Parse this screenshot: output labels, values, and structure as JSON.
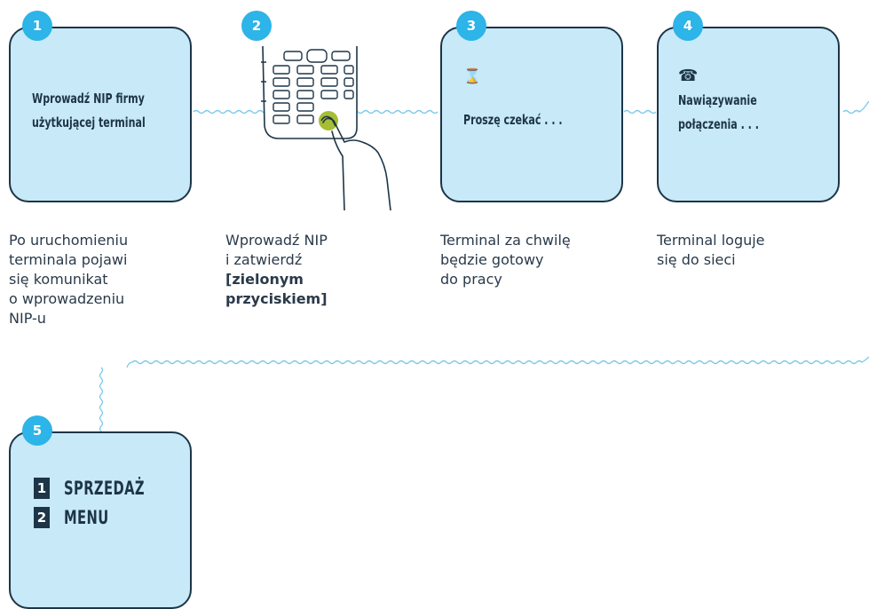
{
  "steps": [
    {
      "number": "1",
      "screen_lines": [
        "Wprowadź NIP firmy",
        "użytkującej terminal"
      ],
      "caption_lines": [
        "Po uruchomieniu",
        "terminala pojawi",
        "się komunikat",
        "o wprowadzeniu",
        "NIP-u"
      ]
    },
    {
      "number": "2",
      "caption_lines": [
        "Wprowadź NIP",
        "i zatwierdź"
      ],
      "caption_bold_lines": [
        "[zielonym",
        "przyciskiem]"
      ]
    },
    {
      "number": "3",
      "icon": "hourglass-icon",
      "icon_glyph": "⌛",
      "screen_lines": [
        "Proszę czekać . . ."
      ],
      "caption_lines": [
        "Terminal za chwilę",
        "będzie gotowy",
        "do pracy"
      ]
    },
    {
      "number": "4",
      "icon": "telephone-icon",
      "icon_glyph": "☎",
      "screen_lines": [
        "Nawiązywanie",
        "połączenia . . ."
      ],
      "caption_lines": [
        "Terminal loguje",
        "się do sieci"
      ]
    },
    {
      "number": "5",
      "menu": [
        {
          "key": "1",
          "label": "SPRZEDAŻ"
        },
        {
          "key": "2",
          "label": "MENU"
        }
      ]
    }
  ],
  "colors": {
    "box_fill": "#c8e9f7",
    "outline": "#1d3547",
    "badge": "#2db4e8",
    "button_press": "#9bb71d",
    "wire": "#7cc9ea"
  }
}
